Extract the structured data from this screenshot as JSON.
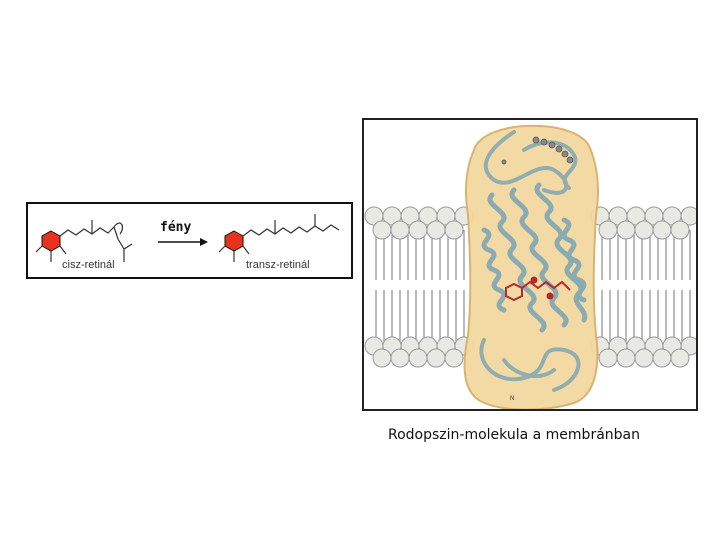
{
  "reaction": {
    "reactant_label": "cisz-retinál",
    "arrow_label": "fény",
    "product_label": "transz-retinál"
  },
  "figure": {
    "caption": "Rodopszin-molekula a membránban",
    "protein_terminal_label": "N"
  },
  "colors": {
    "ring": "#e8321e",
    "protein_body": "#f3d9a0",
    "ribbon": "#7fa6b3",
    "chromophore": "#b52a2a",
    "lipid_head": "#e9e9e4"
  }
}
